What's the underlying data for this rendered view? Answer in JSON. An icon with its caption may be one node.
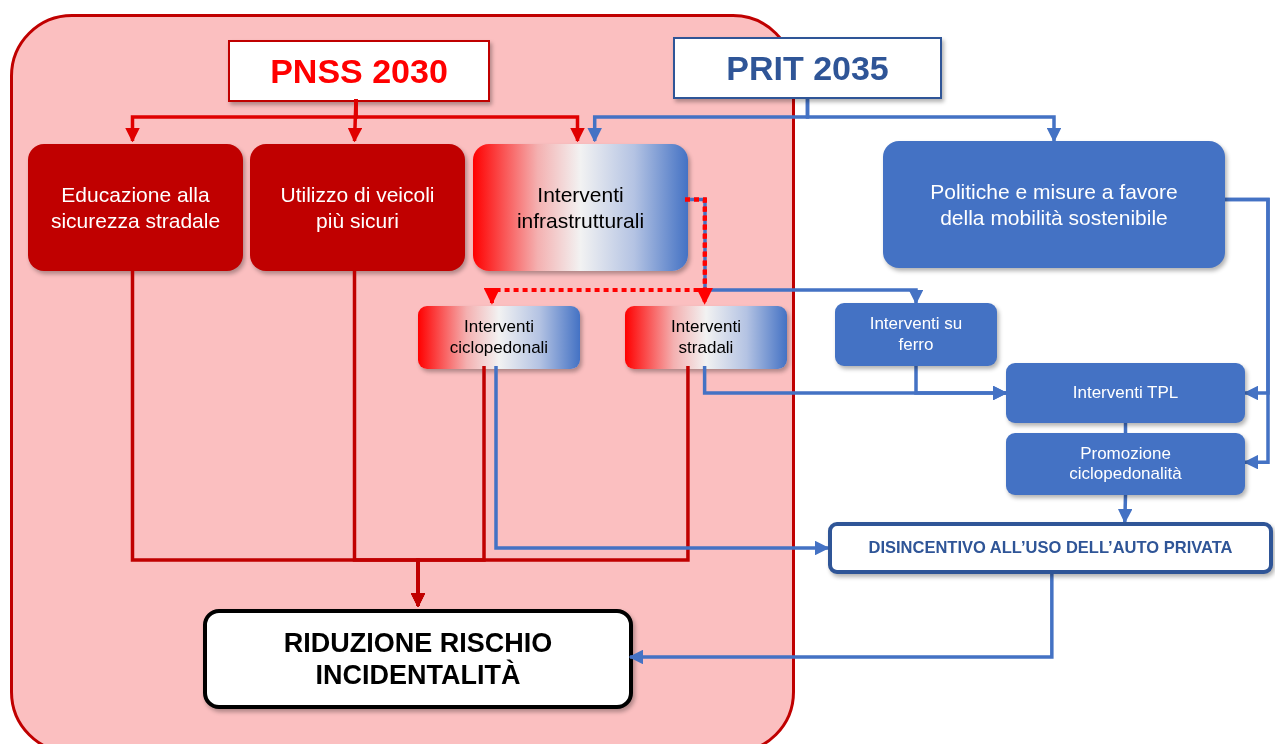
{
  "diagram": {
    "nodes": [
      {
        "text": [],
        "shape": "box"
      },
      {
        "text": [
          "PNSS 2030"
        ],
        "in": 0
      },
      {
        "text": [
          "PRIT 2035"
        ]
      },
      {
        "text": [
          "Educazione alla sicurezza stradale"
        ],
        "in": 0
      },
      {
        "text": [
          "Utilizzo di veicoli più sicuri"
        ],
        "in": 0
      },
      {
        "text": [
          "Interventi infrastrutturali"
        ],
        "in": 0
      },
      {
        "text": [
          "Politiche e misure a favore della mobilità sostenibile"
        ]
      },
      {
        "text": [
          "Interventi ciclopedonali"
        ],
        "in": 0
      },
      {
        "text": [
          "Interventi stradali"
        ],
        "in": 0
      },
      {
        "text": [
          "Interventi su ferro"
        ]
      },
      {
        "text": [
          "Interventi TPL"
        ]
      },
      {
        "text": [
          "Promozione ciclopedonalità"
        ]
      },
      {
        "text": [
          "DISINCENTIVO ALL’USO DELL’AUTO PRIVATA"
        ]
      },
      {
        "text": [
          "RIDUZIONE RISCHIO INCIDENTALITÀ"
        ],
        "in": 0
      }
    ],
    "edges": [
      {
        "from": 1,
        "to": 3,
        "arrow": "to",
        "color": "#e00000"
      },
      {
        "from": 1,
        "to": 4,
        "arrow": "to",
        "color": "#e00000"
      },
      {
        "from": 1,
        "to": 5,
        "arrow": "to",
        "color": "#e00000"
      },
      {
        "from": 2,
        "to": 5,
        "arrow": "to"
      },
      {
        "from": 2,
        "to": 6,
        "arrow": "to"
      },
      {
        "from": 5,
        "to": 9,
        "arrow": "to"
      },
      {
        "from": 5,
        "to": 7,
        "arrow": "to",
        "style": "dashed",
        "color": "#ff0000"
      },
      {
        "from": 5,
        "to": 8,
        "arrow": "to",
        "style": "dashed",
        "color": "#ff0000"
      },
      {
        "from": 3,
        "to": 13,
        "arrow": "to",
        "color": "#c00000"
      },
      {
        "from": 4,
        "to": 13,
        "arrow": "to",
        "color": "#c00000"
      },
      {
        "from": 7,
        "to": 13,
        "arrow": "to",
        "color": "#c00000"
      },
      {
        "from": 8,
        "to": 13,
        "arrow": "to",
        "color": "#c00000"
      },
      {
        "from": 7,
        "to": 12,
        "arrow": "to"
      },
      {
        "from": 8,
        "to": 10,
        "arrow": "to"
      },
      {
        "from": 9,
        "to": 10,
        "arrow": "to"
      },
      {
        "from": 6,
        "to": 10,
        "arrow": "to"
      },
      {
        "from": 6,
        "to": 11,
        "arrow": "to"
      },
      {
        "from": 10,
        "to": 11,
        "arrow": "none"
      },
      {
        "from": 11,
        "to": 12,
        "arrow": "to"
      },
      {
        "from": 12,
        "to": 13,
        "arrow": "to"
      }
    ]
  }
}
